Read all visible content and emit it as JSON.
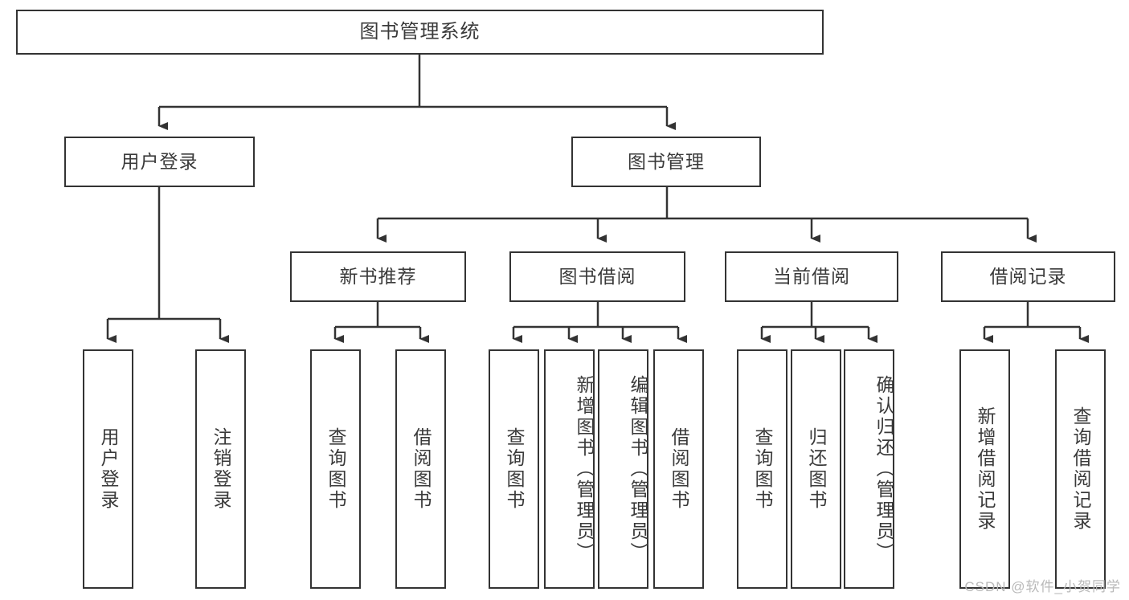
{
  "diagram": {
    "type": "tree",
    "title": "图书管理系统",
    "watermark": "CSDN @软件_小贺同学",
    "colors": {
      "box_border": "#333333",
      "box_fill": "#ffffff",
      "text": "#3a3a3a",
      "line": "#333333",
      "watermark": "#b9b9b9",
      "background": "#ffffff"
    },
    "levels": {
      "root": {
        "label": "图书管理系统"
      },
      "level2": [
        {
          "label": "用户登录"
        },
        {
          "label": "图书管理"
        }
      ],
      "level3": [
        {
          "label": "新书推荐"
        },
        {
          "label": "图书借阅"
        },
        {
          "label": "当前借阅"
        },
        {
          "label": "借阅记录"
        }
      ],
      "leaves": {
        "user_login": [
          {
            "label": "用户登录"
          },
          {
            "label": "注销登录"
          }
        ],
        "new_book_recommend": [
          {
            "label": "查询图书"
          },
          {
            "label": "借阅图书"
          }
        ],
        "book_borrow": [
          {
            "label": "查询图书"
          },
          {
            "label": "新增图书（管理员）"
          },
          {
            "label": "编辑图书（管理员）"
          },
          {
            "label": "借阅图书"
          }
        ],
        "current_borrow": [
          {
            "label": "查询图书"
          },
          {
            "label": "归还图书"
          },
          {
            "label": "确认归还（管理员）"
          }
        ],
        "borrow_record": [
          {
            "label": "新增借阅记录"
          },
          {
            "label": "查询借阅记录"
          }
        ]
      }
    }
  }
}
